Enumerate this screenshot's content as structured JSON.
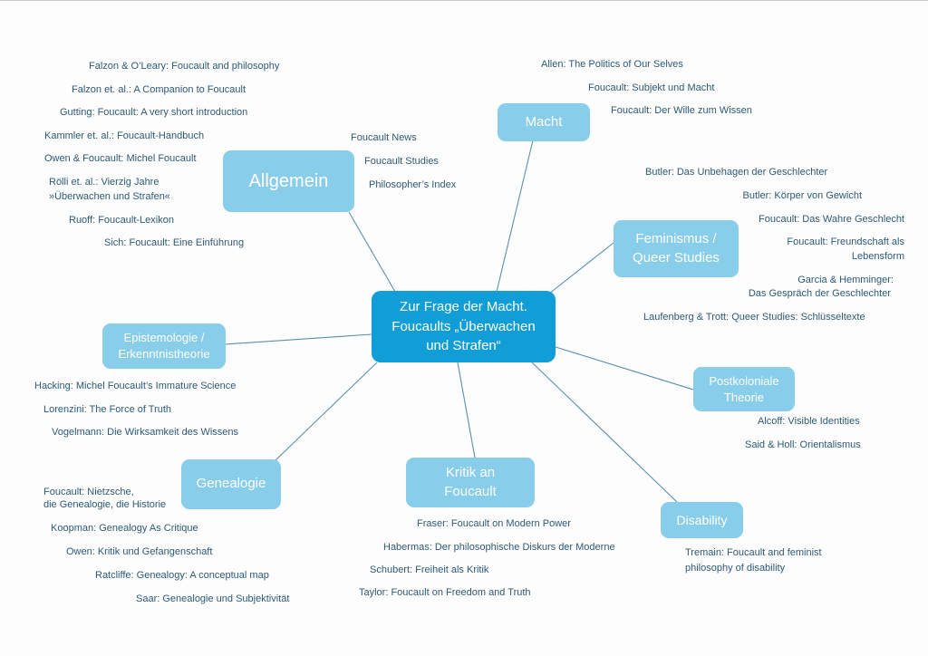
{
  "colors": {
    "center_node": "#119ed6",
    "topic_node": "#88cdea",
    "node_text": "#ffffff",
    "reference_text": "#2c5a77",
    "connector": "#5b8fae"
  },
  "center": {
    "lines": [
      "Zur Frage der Macht.",
      "Foucaults „Überwachen",
      "und Strafen“"
    ]
  },
  "topics": {
    "allgemein": {
      "label": "Allgemein",
      "references": [
        "Falzon & O’Leary: Foucault and philosophy",
        "Falzon et. al.: A Companion to Foucault",
        "Gutting: Foucault: A very short introduction",
        "Kammler et. al.: Foucault-Handbuch",
        "Owen & Foucault: Michel Foucault",
        "Rölli et. al.: Vierzig Jahre",
        "»Überwachen und Strafen«",
        "Ruoff: Foucault-Lexikon",
        "Sich: Foucault: Eine Einführung",
        "Foucault News",
        "Foucault Studies",
        "Philosopher’s Index"
      ]
    },
    "macht": {
      "label": "Macht",
      "references": [
        "Allen: The Politics of Our Selves",
        "Foucault: Subjekt und Macht",
        "Foucault: Der Wille zum Wissen"
      ]
    },
    "feminismus": {
      "label_line1": "Feminismus /",
      "label_line2": "Queer Studies",
      "references": [
        "Butler: Das Unbehagen der Geschlechter",
        "Butler: Körper von Gewicht",
        "Foucault:  Das Wahre Geschlecht",
        "Foucault: Freundschaft als",
        "Lebensform",
        "Garcia & Hemminger:",
        "Das Gespräch der Geschlechter",
        "Laufenberg & Trott: Queer Studies: Schlüsseltexte"
      ]
    },
    "epistemologie": {
      "label_line1": "Epistemologie /",
      "label_line2": "Erkenntnistheorie",
      "references": [
        "Hacking: Michel Foucault’s Immature Science",
        "Lorenzini: The Force of Truth",
        "Vogelmann: Die Wirksamkeit des Wissens"
      ]
    },
    "postkoloniale": {
      "label_line1": "Postkoloniale",
      "label_line2": "Theorie",
      "references": [
        "Alcoff: Visible Identities",
        "Said & Holl: Orientalismus"
      ]
    },
    "genealogie": {
      "label": "Genealogie",
      "references": [
        "Foucault: Nietzsche,",
        "die Genealogie, die Historie",
        "Koopman: Genealogy As Critique",
        "Owen: Kritik und Gefangenschaft",
        "Ratcliffe: Genealogy: A conceptual map",
        "Saar: Genealogie und Subjektivität"
      ]
    },
    "kritik": {
      "label_line1": "Kritik an",
      "label_line2": "Foucault",
      "references": [
        "Fraser: Foucault on Modern Power",
        "Habermas: Der philosophische Diskurs der Moderne",
        "Schubert: Freiheit als Kritik",
        "Taylor: Foucault on Freedom and Truth"
      ]
    },
    "disability": {
      "label": "Disability",
      "references": [
        "Tremain: Foucault and feminist",
        "philosophy of disability"
      ]
    }
  }
}
